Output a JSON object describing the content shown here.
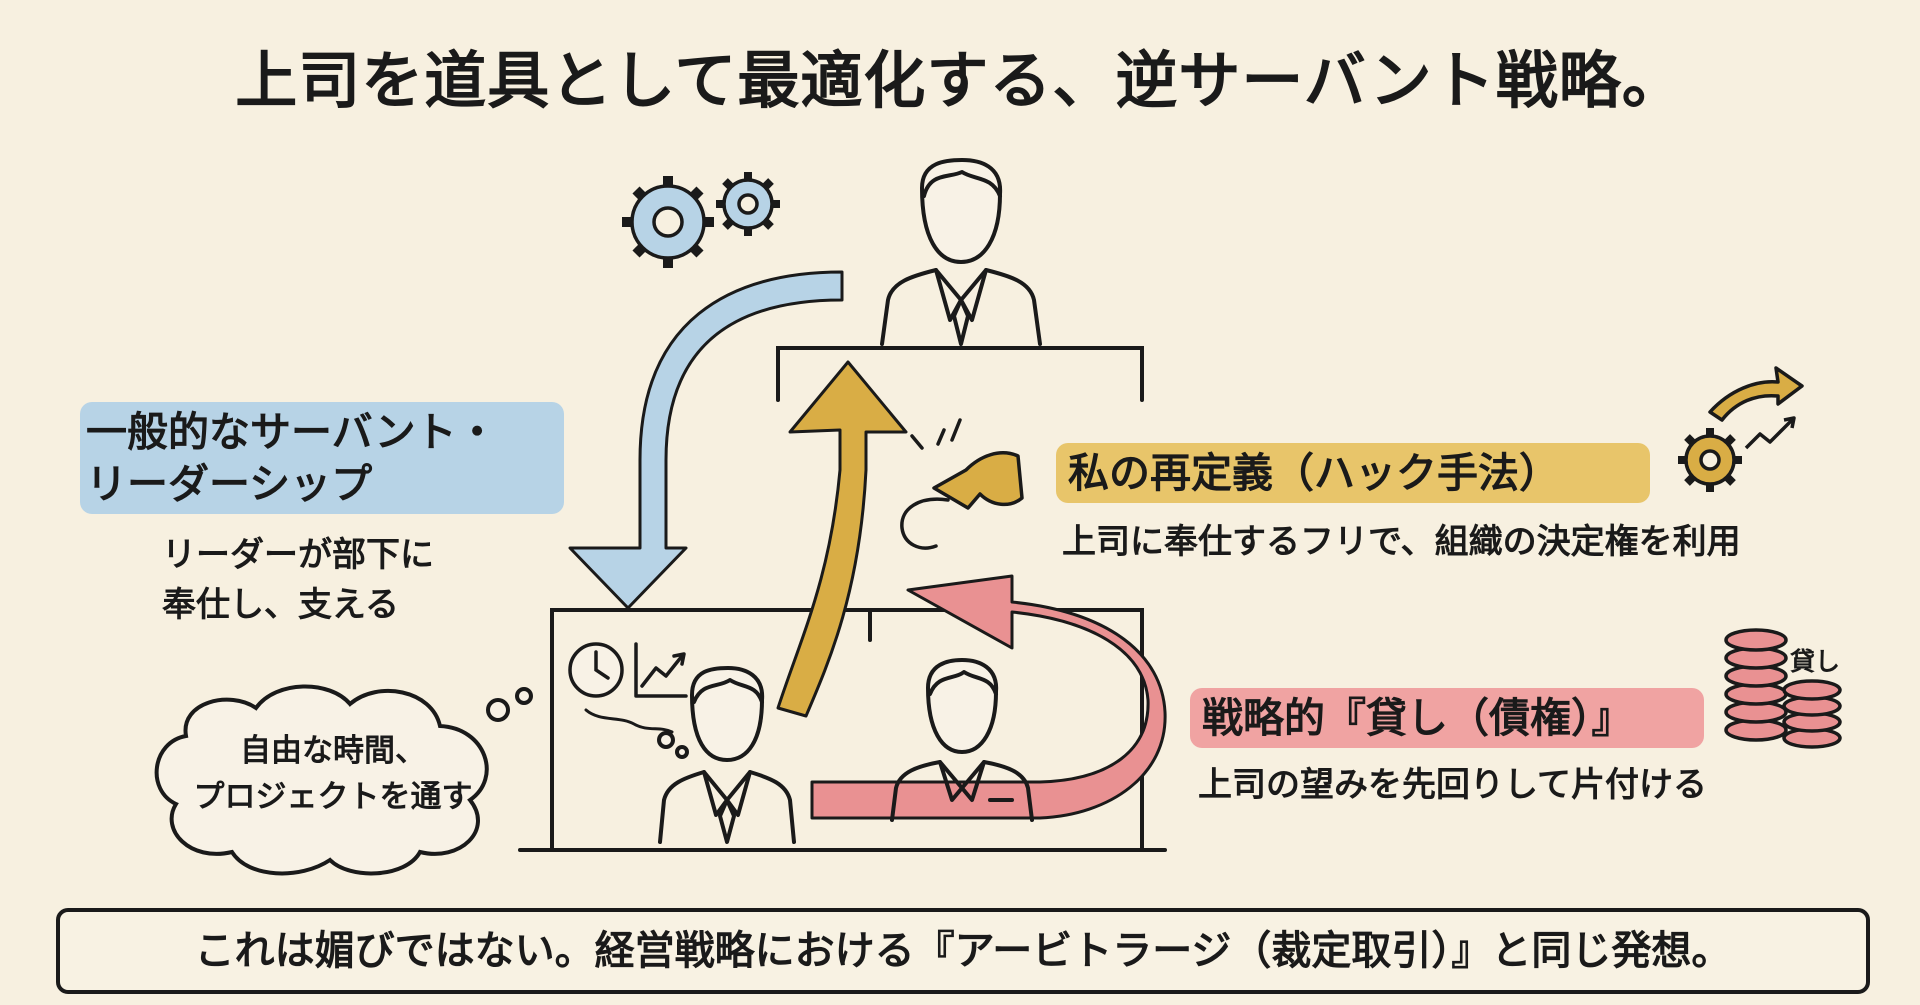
{
  "title": "上司を道具として最適化する、逆サーバント戦略。",
  "general": {
    "label_line1": "一般的なサーバント・",
    "label_line2": "リーダーシップ",
    "desc_line1": "リーダーが部下に",
    "desc_line2": "奉仕し、支える"
  },
  "hack": {
    "label": "私の再定義（ハック手法）",
    "desc": "上司に奉仕するフリで、組織の決定権を利用"
  },
  "credit": {
    "label": "戦略的『貸し（債権）』",
    "desc": "上司の望みを先回りして片付ける"
  },
  "cloud": {
    "line1": "自由な時間、",
    "line2": "プロジェクトを通す"
  },
  "coin_label": "貸し",
  "conclusion": "これは媚びではない。経営戦略における『アービトラージ（裁定取引）』と同じ発想。",
  "colors": {
    "background": "#f7f0e0",
    "blue": "#b7d3e6",
    "gold": "#d9ad45",
    "gold_highlight": "#e8c56a",
    "pink": "#e99192",
    "pink_highlight": "#f0a3a2",
    "ink": "#1a1a1a"
  },
  "icons": [
    "gear-icon",
    "person-icon",
    "clock-icon",
    "chart-icon",
    "flexed-arm-icon",
    "trend-arrow-icon",
    "coin-stack-icon",
    "thought-cloud-icon"
  ]
}
